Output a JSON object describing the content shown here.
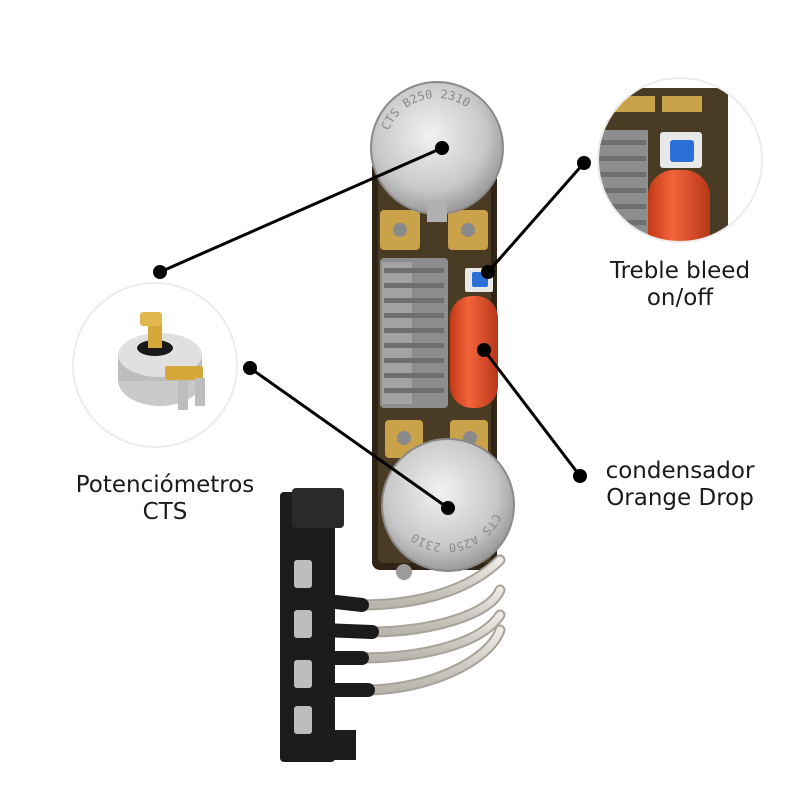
{
  "labels": {
    "potentiometers": {
      "line1": "Potenciómetros",
      "line2": "CTS"
    },
    "treble_bleed": {
      "line1": "Treble bleed",
      "line2": "on/off"
    },
    "capacitor": {
      "line1": "condensador",
      "line2": "Orange Drop"
    }
  },
  "pot_markings": {
    "top": "CTS B250 2310",
    "bottom": "CTS A250 2310"
  },
  "colors": {
    "background": "#ffffff",
    "pcb": "#3b2f1e",
    "pcb_gold": "#c9a24a",
    "pot_metal": "#cfcfcf",
    "orange_drop": "#e8542a",
    "switch_blue": "#2a6fd6",
    "terminal_gray": "#8d8d8d",
    "jack_black": "#1c1c1c",
    "wire_braid": "#d9d6cf",
    "callout_line": "#000000"
  }
}
